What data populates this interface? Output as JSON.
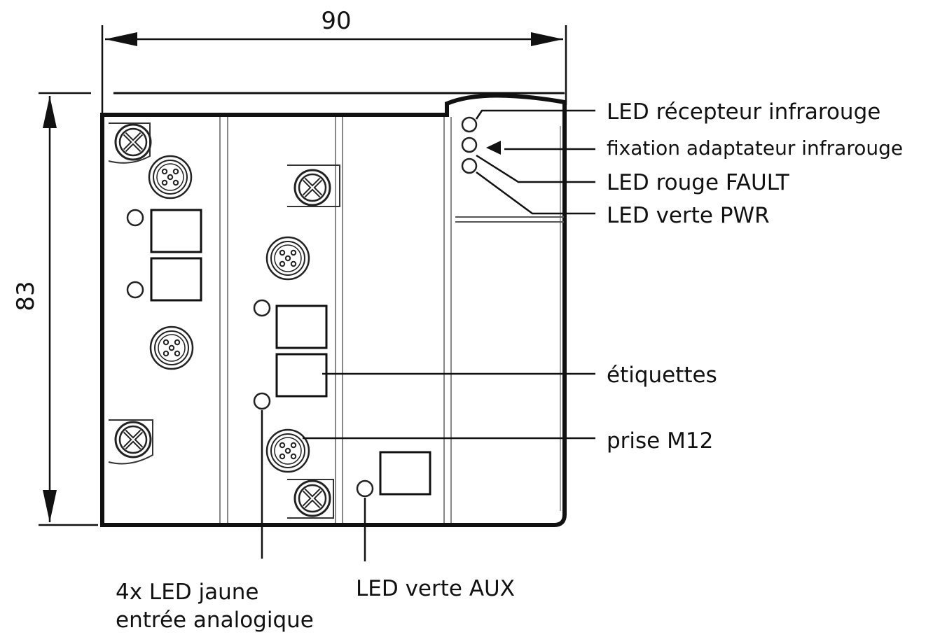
{
  "dimensions": {
    "width_label": "90",
    "height_label": "83"
  },
  "callouts": {
    "led_ir_receiver": "LED récepteur infrarouge",
    "ir_adapter_fixing": "fixation adaptateur infrarouge",
    "led_fault": "LED rouge FAULT",
    "led_pwr": "LED verte PWR",
    "labels": "étiquettes",
    "m12_socket": "prise M12",
    "led_aux": "LED verte AUX",
    "led_yellow_line1": "4x LED jaune",
    "led_yellow_line2": "entrée analogique"
  }
}
